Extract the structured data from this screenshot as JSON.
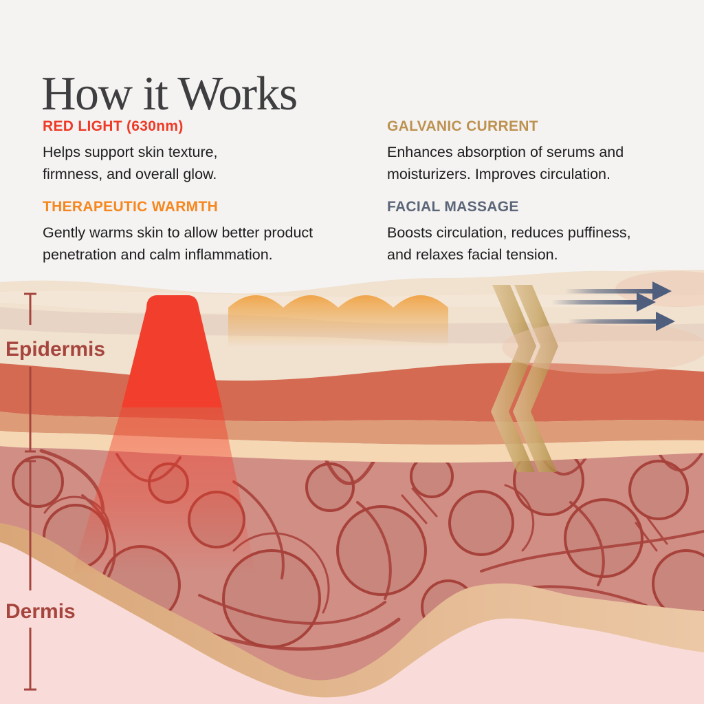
{
  "page": {
    "background": "#f4f3f2"
  },
  "title": "How it Works",
  "features": [
    {
      "heading": "RED LIGHT (630nm)",
      "color": "#ee3a26",
      "lines": [
        "Helps support skin texture,",
        "firmness, and overall glow."
      ]
    },
    {
      "heading": "GALVANIC CURRENT",
      "color": "#bd9251",
      "lines": [
        "Enhances absorption of serums and",
        "moisturizers. Improves circulation."
      ]
    },
    {
      "heading": "THERAPEUTIC WARMTH",
      "color": "#f6861e",
      "lines": [
        "Gently warms skin to allow better product",
        "penetration and calm inflammation."
      ]
    },
    {
      "heading": "FACIAL MASSAGE",
      "color": "#5b6578",
      "lines": [
        "Boosts circulation, reduces puffiness,",
        "and relaxes facial tension."
      ]
    }
  ],
  "diagram": {
    "epidermis_label": "Epidermis",
    "dermis_label": "Dermis",
    "label_color": "#a6453e",
    "icons": [
      "red-light-beam-icon",
      "warmth-gradient-icon",
      "galvanic-zigzag-icon",
      "massage-arrows-icon"
    ],
    "colors": {
      "beam_red": "#f23e2c",
      "warmth_orange": "#f0a243",
      "zigzag_gold_light": "#ddc194",
      "zigzag_gold_dark": "#a8863c",
      "arrow_blue": "#4e5e7c",
      "skin_cream": "#f1e1cf",
      "skin_salmon": "#d46a51",
      "skin_rose": "#d18e85",
      "skin_tan": "#d9a678",
      "skin_pink": "#f9dcd9",
      "fiber_stroke": "#a7423b"
    }
  }
}
